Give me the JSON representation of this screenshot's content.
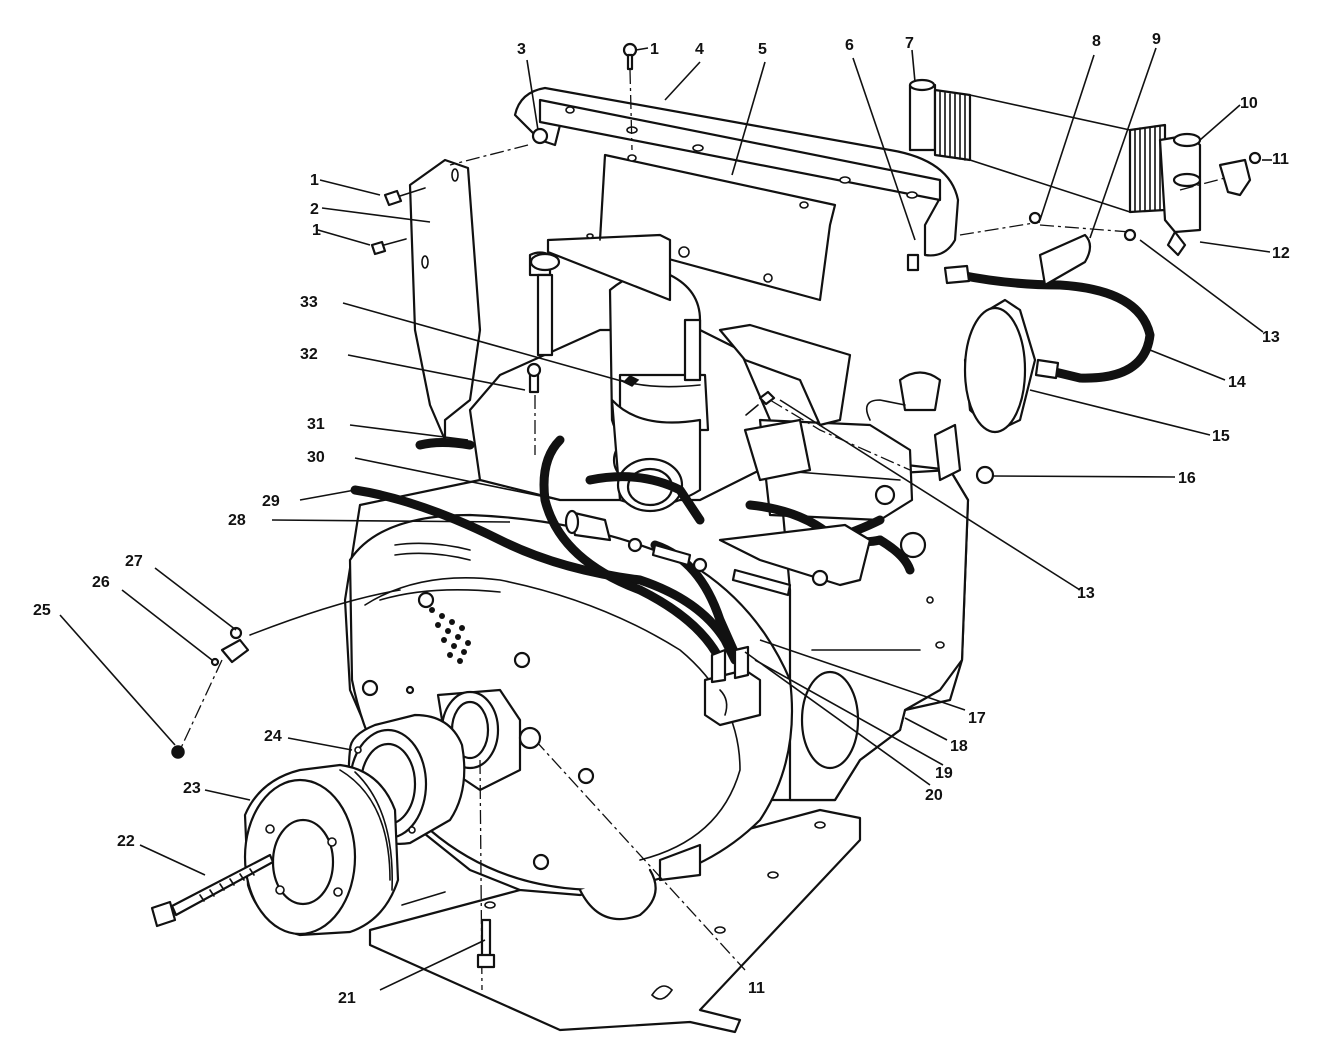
{
  "colors": {
    "ink": "#111111",
    "paper": "#ffffff"
  },
  "callouts": [
    {
      "id": "c1a",
      "label": "1"
    },
    {
      "id": "c4",
      "label": "4"
    },
    {
      "id": "c5",
      "label": "5"
    },
    {
      "id": "c3",
      "label": "3"
    },
    {
      "id": "c6",
      "label": "6"
    },
    {
      "id": "c7",
      "label": "7"
    },
    {
      "id": "c8",
      "label": "8"
    },
    {
      "id": "c9",
      "label": "9"
    },
    {
      "id": "c10",
      "label": "10"
    },
    {
      "id": "c11a",
      "label": "11"
    },
    {
      "id": "c12",
      "label": "12"
    },
    {
      "id": "c13a",
      "label": "13"
    },
    {
      "id": "c14",
      "label": "14"
    },
    {
      "id": "c15",
      "label": "15"
    },
    {
      "id": "c16",
      "label": "16"
    },
    {
      "id": "c13b",
      "label": "13"
    },
    {
      "id": "c1b",
      "label": "1"
    },
    {
      "id": "c2",
      "label": "2"
    },
    {
      "id": "c1c",
      "label": "1"
    },
    {
      "id": "c33",
      "label": "33"
    },
    {
      "id": "c32",
      "label": "32"
    },
    {
      "id": "c31",
      "label": "31"
    },
    {
      "id": "c30",
      "label": "30"
    },
    {
      "id": "c29",
      "label": "29"
    },
    {
      "id": "c28",
      "label": "28"
    },
    {
      "id": "c27",
      "label": "27"
    },
    {
      "id": "c26",
      "label": "26"
    },
    {
      "id": "c25",
      "label": "25"
    },
    {
      "id": "c24",
      "label": "24"
    },
    {
      "id": "c23",
      "label": "23"
    },
    {
      "id": "c22",
      "label": "22"
    },
    {
      "id": "c21",
      "label": "21"
    },
    {
      "id": "c11b",
      "label": "11"
    },
    {
      "id": "c17",
      "label": "17"
    },
    {
      "id": "c18",
      "label": "18"
    },
    {
      "id": "c19",
      "label": "19"
    },
    {
      "id": "c20",
      "label": "20"
    }
  ]
}
